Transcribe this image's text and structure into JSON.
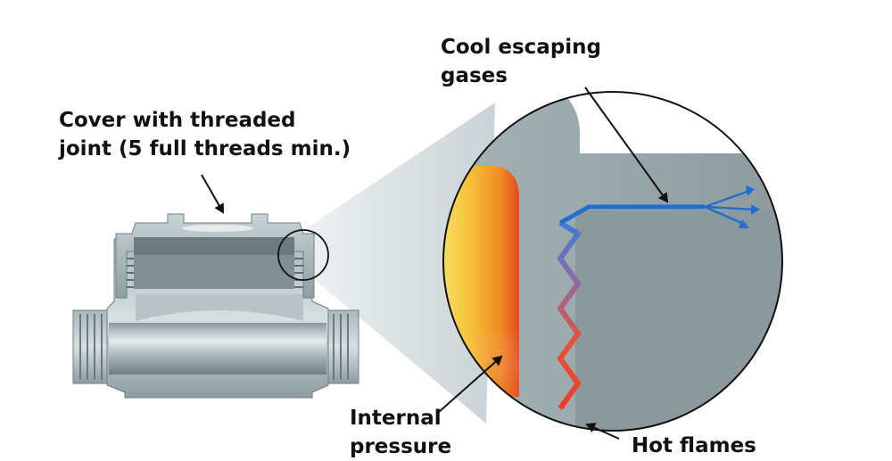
{
  "labels": {
    "cover": "Cover with threaded\njoint (5 full threads min.)",
    "cool_gases": "Cool escaping\ngases",
    "internal_pressure": "Internal\npressure",
    "hot_flames": "Hot flames"
  },
  "colors": {
    "metal_dark": "#7d8d92",
    "metal_mid": "#9eaeb2",
    "metal_light": "#dfe6e8",
    "flame_yellow": "#f7d642",
    "flame_orange": "#f08a24",
    "flame_red": "#e84a1f",
    "gas_blue": "#1f6fd1",
    "thread_red": "#e8503a",
    "thread_purple": "#8c6aa8"
  },
  "icons": {
    "arrow": "arrow-icon",
    "escape_arrows": "triple-arrow-icon"
  }
}
